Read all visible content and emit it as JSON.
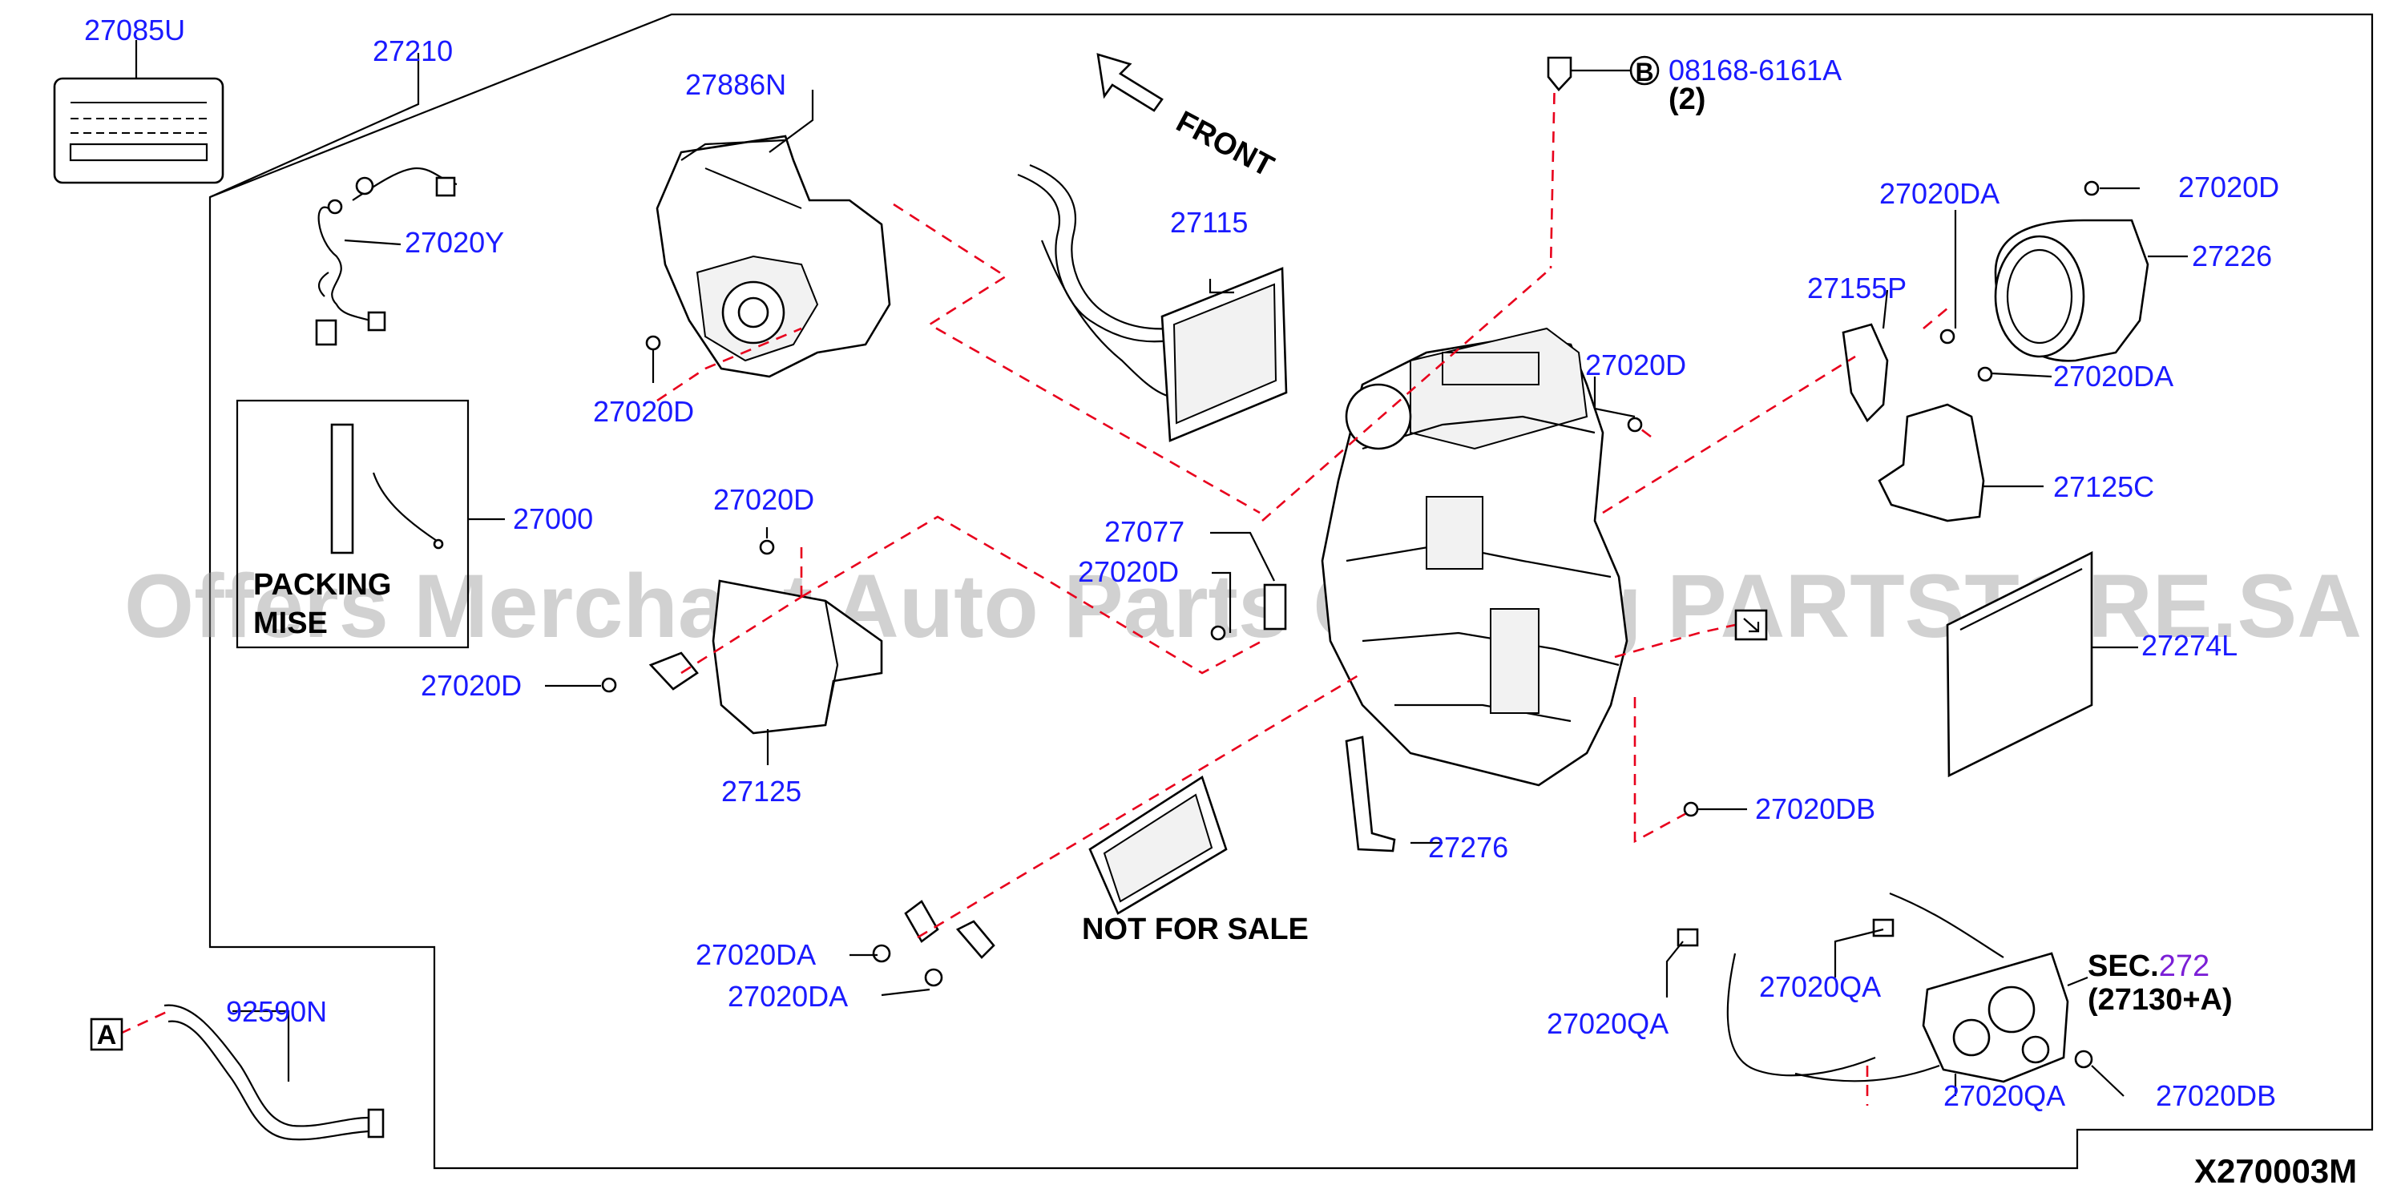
{
  "diagram": {
    "code": "X270003M",
    "front_label": "FRONT",
    "not_for_sale": "NOT FOR SALE",
    "packing_label_1": "PACKING",
    "packing_label_2": "MISE",
    "watermark": "Offers Merchant Auto Parts Catalog PARTSTORE.SA",
    "ref_b": "B",
    "ref_a": "A",
    "sec_prefix": "SEC.",
    "sec_number": "272",
    "sec_sub": "(27130+A)",
    "sec_color": "#7b1fd6",
    "part_color": "#1a1aff",
    "leader_dash_color": "#e8001c",
    "bolt_qty": "(2)"
  },
  "parts": [
    {
      "id": "27085U"
    },
    {
      "id": "27210"
    },
    {
      "id": "27886N"
    },
    {
      "id": "27020Y"
    },
    {
      "id": "27020D"
    },
    {
      "id": "27000"
    },
    {
      "id": "27020D"
    },
    {
      "id": "27020D"
    },
    {
      "id": "27125"
    },
    {
      "id": "27115"
    },
    {
      "id": "27077"
    },
    {
      "id": "27020D"
    },
    {
      "id": "08168-6161A"
    },
    {
      "id": "27020D"
    },
    {
      "id": "27276"
    },
    {
      "id": "27020DA"
    },
    {
      "id": "27020DA"
    },
    {
      "id": "92590N"
    },
    {
      "id": "27020DA"
    },
    {
      "id": "27020D"
    },
    {
      "id": "27155P"
    },
    {
      "id": "27226"
    },
    {
      "id": "27020DA"
    },
    {
      "id": "27125C"
    },
    {
      "id": "27274L"
    },
    {
      "id": "27020DB"
    },
    {
      "id": "27020QA"
    },
    {
      "id": "27020QA"
    },
    {
      "id": "27020QA"
    },
    {
      "id": "27020DB"
    }
  ]
}
